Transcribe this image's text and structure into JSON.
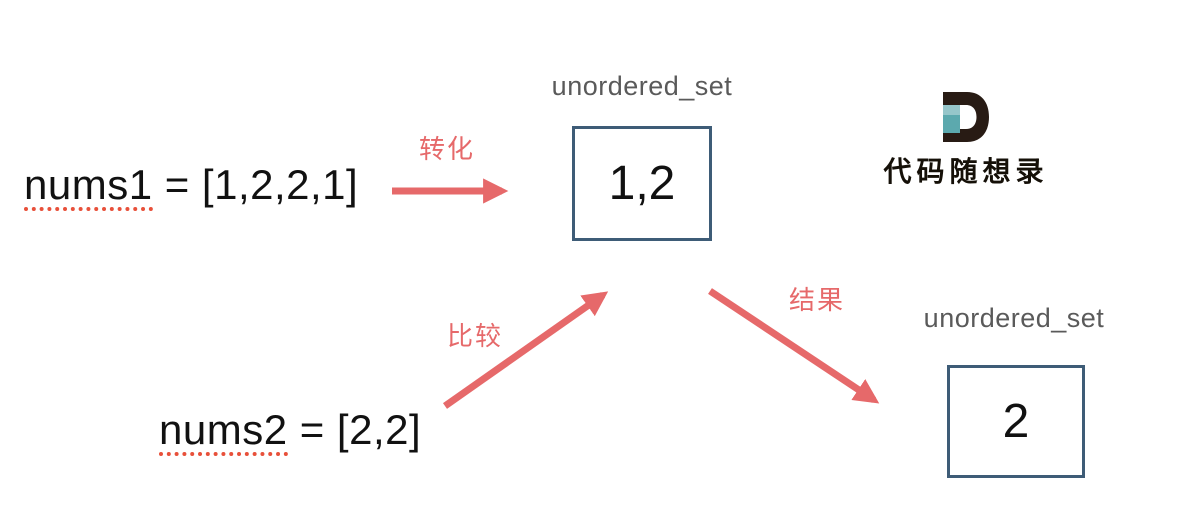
{
  "diagram": {
    "nums1": {
      "var": "nums1",
      "rest": " = [1,2,2,1]"
    },
    "nums2": {
      "var": "nums2",
      "rest": " = [2,2]"
    },
    "arrow_labels": {
      "transform": "转化",
      "compare": "比较",
      "result": "结果"
    },
    "set1": {
      "title": "unordered_set",
      "value": "1,2"
    },
    "set2": {
      "title": "unordered_set",
      "value": "2"
    }
  },
  "logo": {
    "letter": "D",
    "brand": "代码随想录"
  },
  "colors": {
    "arrow": "#e6696a",
    "box_border": "#3e5c77",
    "set_title": "#5a5a5a",
    "underline": "#e8503a",
    "text": "#111111",
    "logo_dark": "#281b14",
    "logo_teal_light": "#96c6ca",
    "logo_teal_dark": "#5ca9ae"
  }
}
